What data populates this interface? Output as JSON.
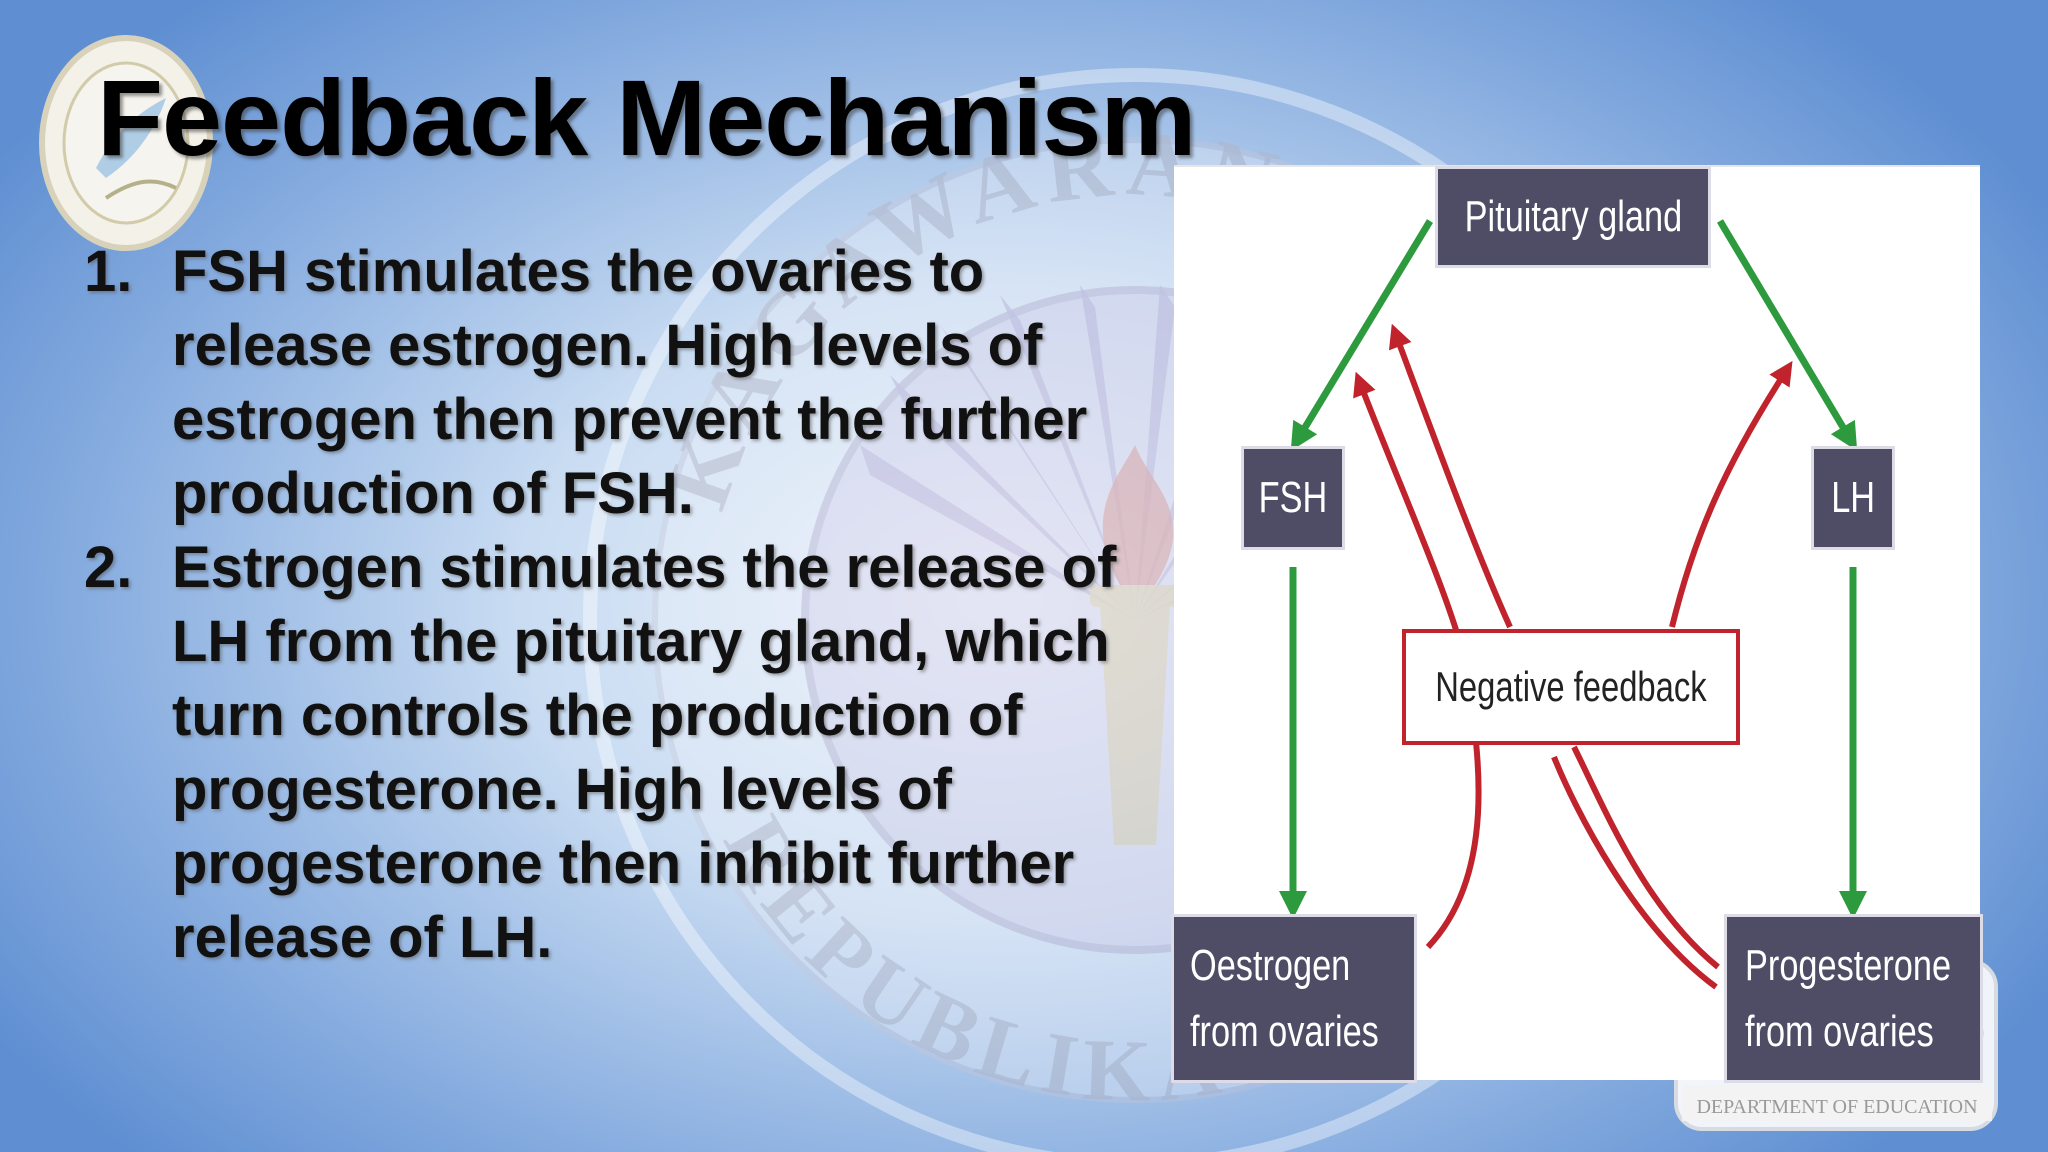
{
  "slide": {
    "title": "Feedback Mechanism",
    "points": [
      {
        "number": "1.",
        "text": "FSH stimulates the ovaries to release estrogen. High levels of estrogen then prevent the further production of FSH."
      },
      {
        "number": "2.",
        "text": "Estrogen stimulates the release of LH from the pituitary gland, which turn controls the production of progesterone. High levels of progesterone then inhibit further release of LH."
      }
    ]
  },
  "diagram": {
    "pituitary": "Pituitary gland",
    "fsh": "FSH",
    "lh": "LH",
    "negative_feedback": "Negative feedback",
    "oestrogen_line1": "Oestrogen",
    "oestrogen_line2": "from ovaries",
    "progesterone_line1": "Progesterone",
    "progesterone_line2": "from ovaries",
    "colors": {
      "stimulate": "#2e9a3e",
      "inhibit": "#c0232b",
      "box": "#4f4d66"
    }
  },
  "watermark": {
    "arc_text_top": "KAGAWARAN NG EDUKASYON",
    "arc_text_bottom": "REPUBLIKA NG PILIPINAS",
    "footer_logo_text": "DEPARTMENT OF EDUCATION"
  }
}
